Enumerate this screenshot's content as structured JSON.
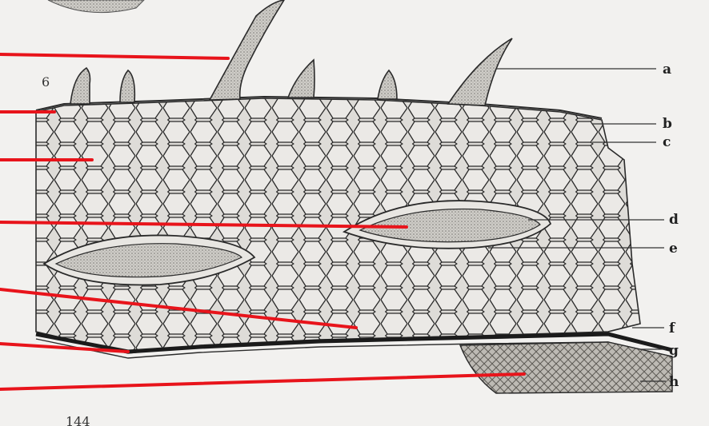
{
  "figure": {
    "panel_number": "6",
    "page_number": "144",
    "labels": [
      "a",
      "b",
      "c",
      "d",
      "e",
      "f",
      "g",
      "h"
    ],
    "colors": {
      "background": "#f2f1ef",
      "ink": "#2a2a2a",
      "stipple": "#d9d7d3",
      "pointer": "#e8141b"
    }
  }
}
